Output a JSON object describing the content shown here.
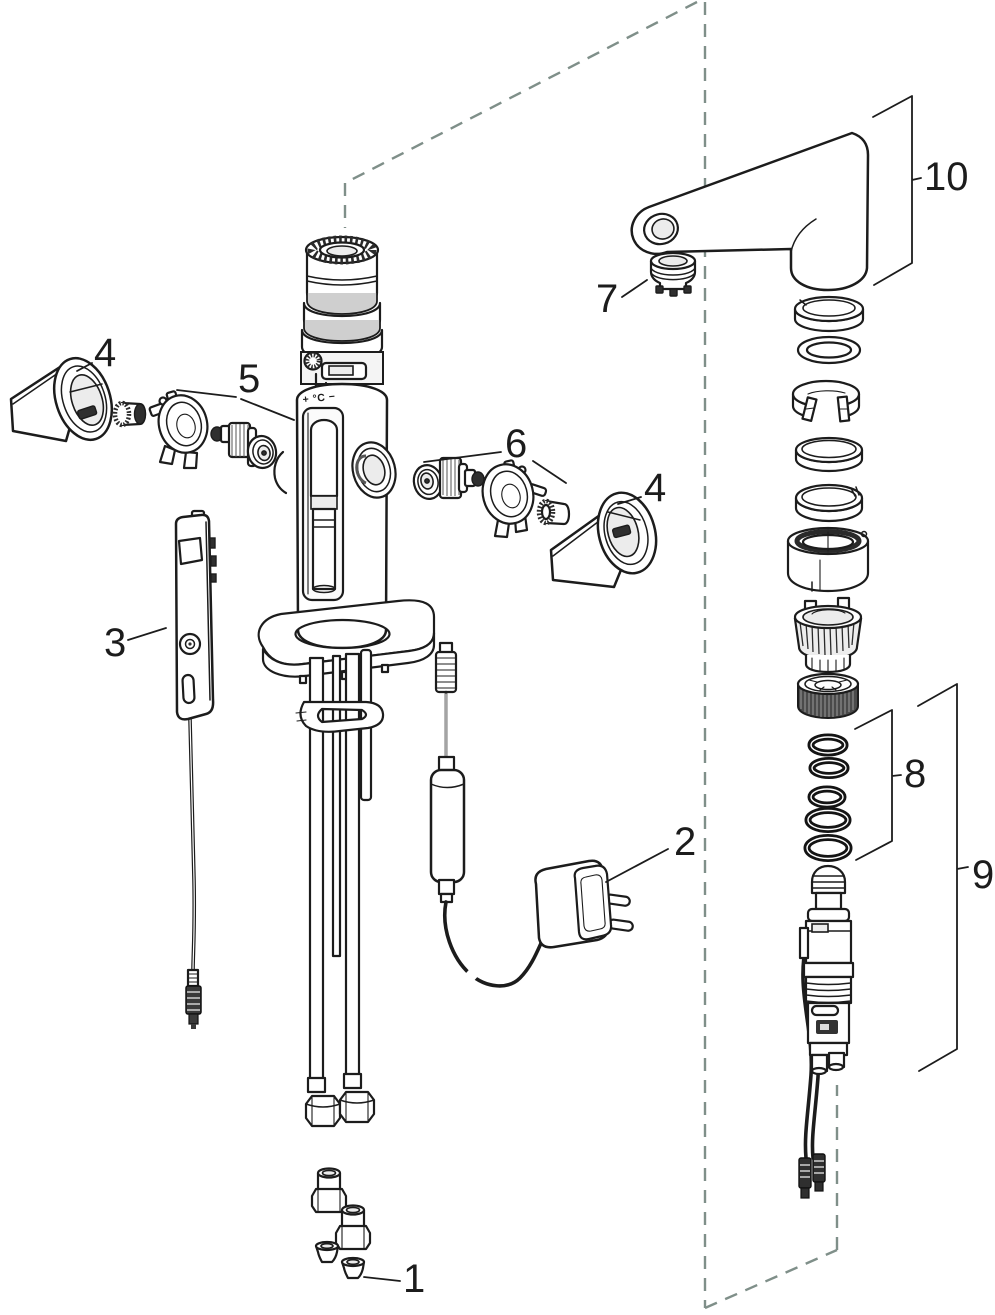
{
  "diagram": {
    "type": "exploded-parts-diagram",
    "subject": "washbasin faucet spare parts",
    "body_marking": "+ °C −",
    "colors": {
      "outline": "#1c1c1c",
      "dashed": "#7f8f89",
      "paper": "#ffffff",
      "dark_part": "#2f2f2f"
    },
    "labels": [
      "1",
      "2",
      "3",
      "4",
      "4",
      "5",
      "6",
      "7",
      "8",
      "9",
      "10"
    ]
  }
}
